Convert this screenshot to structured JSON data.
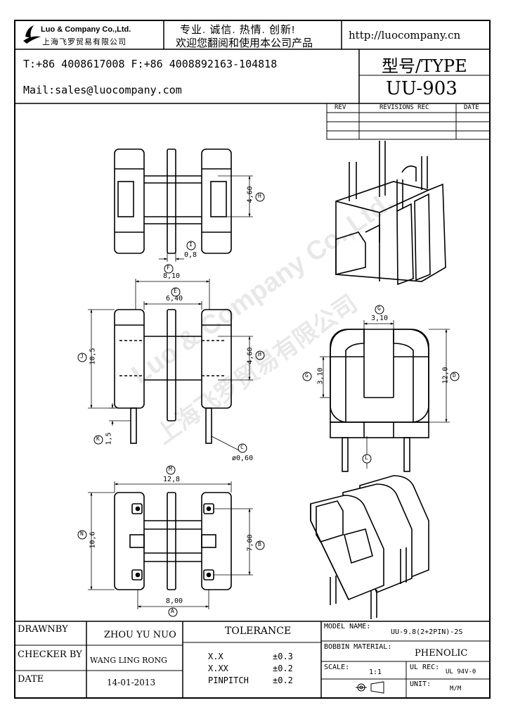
{
  "header": {
    "company_en": "Luo & Company Co.,Ltd.",
    "company_cn": "上海飞罗贸易有限公司",
    "slogan_line1": "专业. 诚信. 热情. 创新!",
    "slogan_line2": "欢迎您翻阅和使用本公司产品",
    "website": "http://luocompany.cn",
    "phone_fax": "T:+86 4008617008 F:+86 4008892163-104818",
    "mail": "Mail:sales@luocompany.com",
    "type_label": "型号/TYPE",
    "type_value": "UU-903"
  },
  "revisions": {
    "col_rev": "REV",
    "col_rec": "REVISIONS REC",
    "col_date": "DATE"
  },
  "dimensions": {
    "I_value": "0,8",
    "H_value": "4,60",
    "F_value": "8,10",
    "E_value": "6,40",
    "J_value": "10,5",
    "K_value": "1,5",
    "C_value": "ø0,60",
    "G_value": "3,10",
    "D_value": "12,0",
    "M_value": "12,8",
    "N_value": "10,6",
    "B_value": "7,00",
    "A_value": "8,00",
    "labels": {
      "A": "A",
      "B": "B",
      "C": "C",
      "D": "D",
      "E": "E",
      "F": "F",
      "G": "G",
      "H": "H",
      "I": "I",
      "J": "J",
      "K": "K",
      "L": "L",
      "M": "M",
      "N": "N"
    }
  },
  "watermark": {
    "text_en": "Luo & Company Co.,Ltd.",
    "text_cn": "上海飞罗贸易有限公司"
  },
  "footer": {
    "drawnby_label": "DRAWNBY",
    "drawnby_value": "ZHOU YU NUO",
    "checker_label": "CHECKER BY",
    "checker_value": "WANG LING RONG",
    "date_label": "DATE",
    "date_value": "14-01-2013",
    "tolerance_label": "TOLERANCE",
    "tol_rows": [
      {
        "k": "X.X",
        "v": "±0.3"
      },
      {
        "k": "X.XX",
        "v": "±0.2"
      },
      {
        "k": "PINPITCH",
        "v": "±0.2"
      }
    ],
    "model_label": "MODEL NAME:",
    "model_value": "UU-9.8(2+2PIN)-2S",
    "bobbin_label": "BOBBIN MATERIAL:",
    "bobbin_value": "PHENOLIC",
    "scale_label": "SCALE:",
    "scale_value": "1:1",
    "ulrec_label": "UL REC:",
    "ulrec_value": "UL 94V-0",
    "unit_label": "UNIT:",
    "unit_value": "M/M"
  }
}
